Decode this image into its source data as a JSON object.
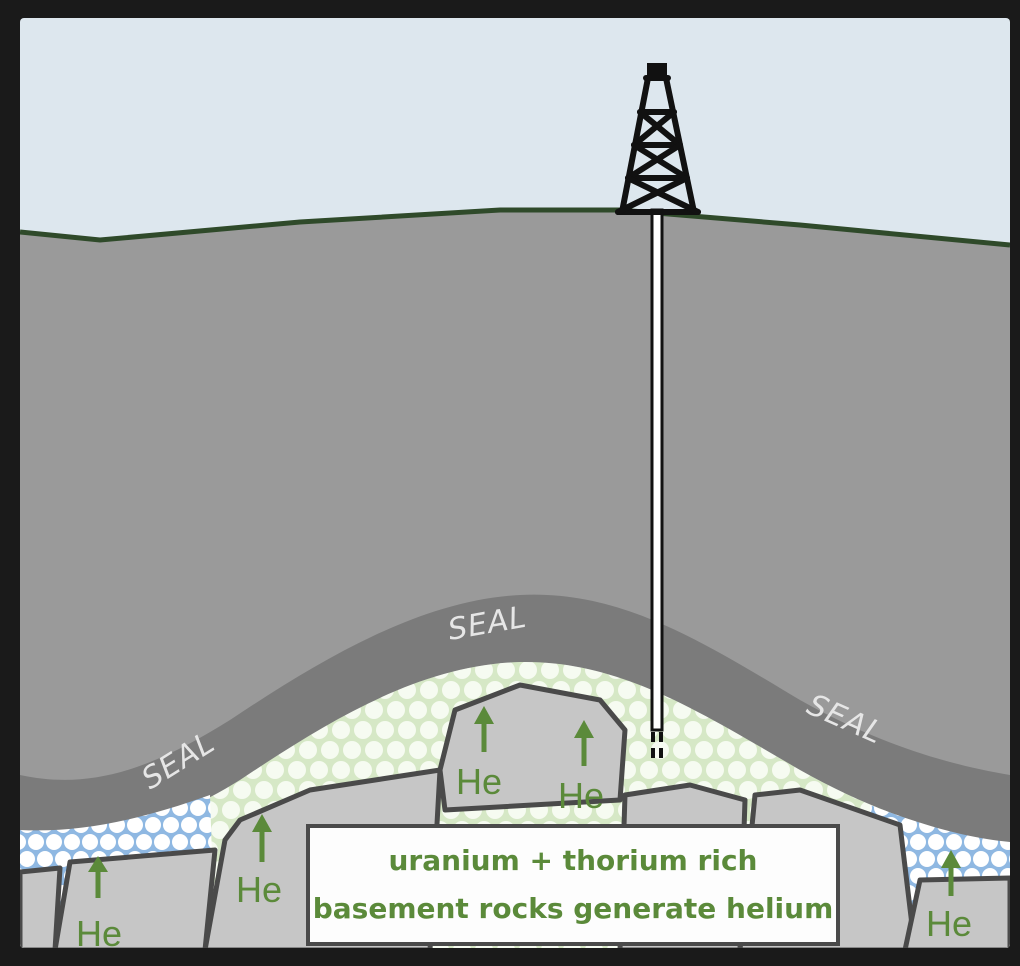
{
  "colors": {
    "sky": "#dde7ee",
    "overburden": "#9a9a9a",
    "seal": "#7b7b7b",
    "ground_line": "#2f4a2a",
    "reservoir_green": "#d6e8c6",
    "reservoir_blue": "#9fc3e6",
    "basement": "#c6c6c6",
    "basement_edge": "#4a4a4a",
    "helium_green": "#5b8a3a",
    "caption_box": "#fdfdfd",
    "frame": "#1a1a1a"
  },
  "icons": {
    "drilling_rig": "oil-derrick-icon",
    "helium_arrow": "up-arrow-icon"
  },
  "labels": {
    "seal_left": "SEAL",
    "seal_center": "SEAL",
    "seal_right": "SEAL",
    "he": "He"
  },
  "caption": {
    "line1": "uranium + thorium rich",
    "line2": "basement rocks generate helium"
  }
}
